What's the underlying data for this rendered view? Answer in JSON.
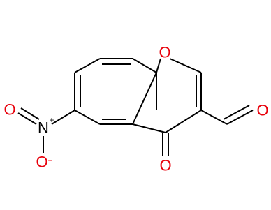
{
  "molecule": {
    "colors": {
      "oxygen": "#e8000b",
      "nitrogen": "#000000",
      "bond": "#000000",
      "background": "#ffffff"
    },
    "atoms": {
      "ring_oxygen": "O",
      "ketone_oxygen": "O",
      "aldehyde_oxygen": "O",
      "nitro_nitrogen": "N",
      "nitro_nitrogen_charge": "+",
      "nitro_oxygen_left": "O",
      "nitro_oxygen_bottom": "O",
      "nitro_oxygen_bottom_charge": "−"
    }
  }
}
